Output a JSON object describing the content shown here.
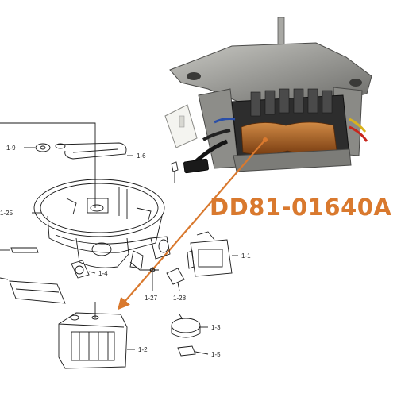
{
  "part_number": "DD81-01640A",
  "colors": {
    "accent": "#D9792E",
    "line": "#1a1a1a",
    "motor_metal": "#9a9a96",
    "motor_dark": "#2b2b2b",
    "copper": "#b5651d"
  },
  "callouts": {
    "c1_9": "1-9",
    "c1_6": "1-6",
    "c1_25": "1-25",
    "c1_4": "1-4",
    "c1_1": "1-1",
    "c1_27": "1-27",
    "c1_28": "1-28",
    "c1_3": "1-3",
    "c1_2": "1-2",
    "c1_5": "1-5"
  }
}
